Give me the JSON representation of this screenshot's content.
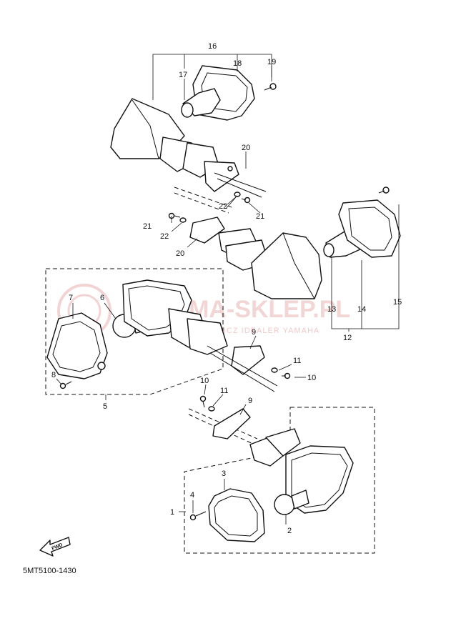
{
  "diagram": {
    "code": "5MT5100-1430",
    "fwd_label": "FWD",
    "watermark": {
      "main": "YAMA-SKLEP.PL",
      "sub": "ZYCHOWICZ IDEALER YAMAHA"
    },
    "labels": [
      {
        "id": "l16",
        "text": "16"
      },
      {
        "id": "l18",
        "text": "18"
      },
      {
        "id": "l19",
        "text": "19"
      },
      {
        "id": "l17",
        "text": "17"
      },
      {
        "id": "l20a",
        "text": "20"
      },
      {
        "id": "l22a",
        "text": "22"
      },
      {
        "id": "l21a",
        "text": "21"
      },
      {
        "id": "l21b",
        "text": "21"
      },
      {
        "id": "l22b",
        "text": "22"
      },
      {
        "id": "l20b",
        "text": "20"
      },
      {
        "id": "l7",
        "text": "7"
      },
      {
        "id": "l6",
        "text": "6"
      },
      {
        "id": "l8",
        "text": "8"
      },
      {
        "id": "l5",
        "text": "5"
      },
      {
        "id": "l9a",
        "text": "9"
      },
      {
        "id": "l11a",
        "text": "11"
      },
      {
        "id": "l10a",
        "text": "10"
      },
      {
        "id": "l13",
        "text": "13"
      },
      {
        "id": "l14",
        "text": "14"
      },
      {
        "id": "l15",
        "text": "15"
      },
      {
        "id": "l12",
        "text": "12"
      },
      {
        "id": "l10b",
        "text": "10"
      },
      {
        "id": "l11b",
        "text": "11"
      },
      {
        "id": "l9b",
        "text": "9"
      },
      {
        "id": "l3",
        "text": "3"
      },
      {
        "id": "l4",
        "text": "4"
      },
      {
        "id": "l1",
        "text": "1"
      },
      {
        "id": "l2",
        "text": "2"
      }
    ]
  }
}
